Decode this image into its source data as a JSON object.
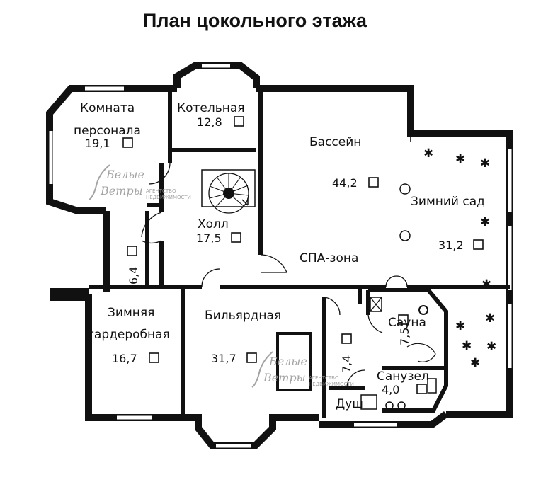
{
  "title": "План цокольного этажа",
  "unit_mark": "□",
  "rooms": [
    {
      "name": "Комната",
      "name2": "персонала",
      "area": "19,1"
    },
    {
      "name": "Котельная",
      "area": "12,8"
    },
    {
      "name": "Бассейн",
      "area": "44,2"
    },
    {
      "name": "Зимний сад",
      "area": "31,2"
    },
    {
      "name": "Холл",
      "area": "17,5"
    },
    {
      "name": "",
      "area": "6,4"
    },
    {
      "name": "СПА-зона",
      "area": ""
    },
    {
      "name": "Зимняя",
      "name2": "гардеробная",
      "area": "16,7"
    },
    {
      "name": "Бильярдная",
      "area": "31,7"
    },
    {
      "name": "",
      "area": "7,4"
    },
    {
      "name": "Сауна",
      "area": "7,5"
    },
    {
      "name": "Санузел",
      "area": "4,0"
    },
    {
      "name": "Душ",
      "area": ""
    }
  ],
  "watermark": {
    "brand_line1": "Белые",
    "brand_line2": "Ветры",
    "sub_line1": "АГЕНТСТВО",
    "sub_line2": "НЕДВИЖИМОСТИ"
  }
}
